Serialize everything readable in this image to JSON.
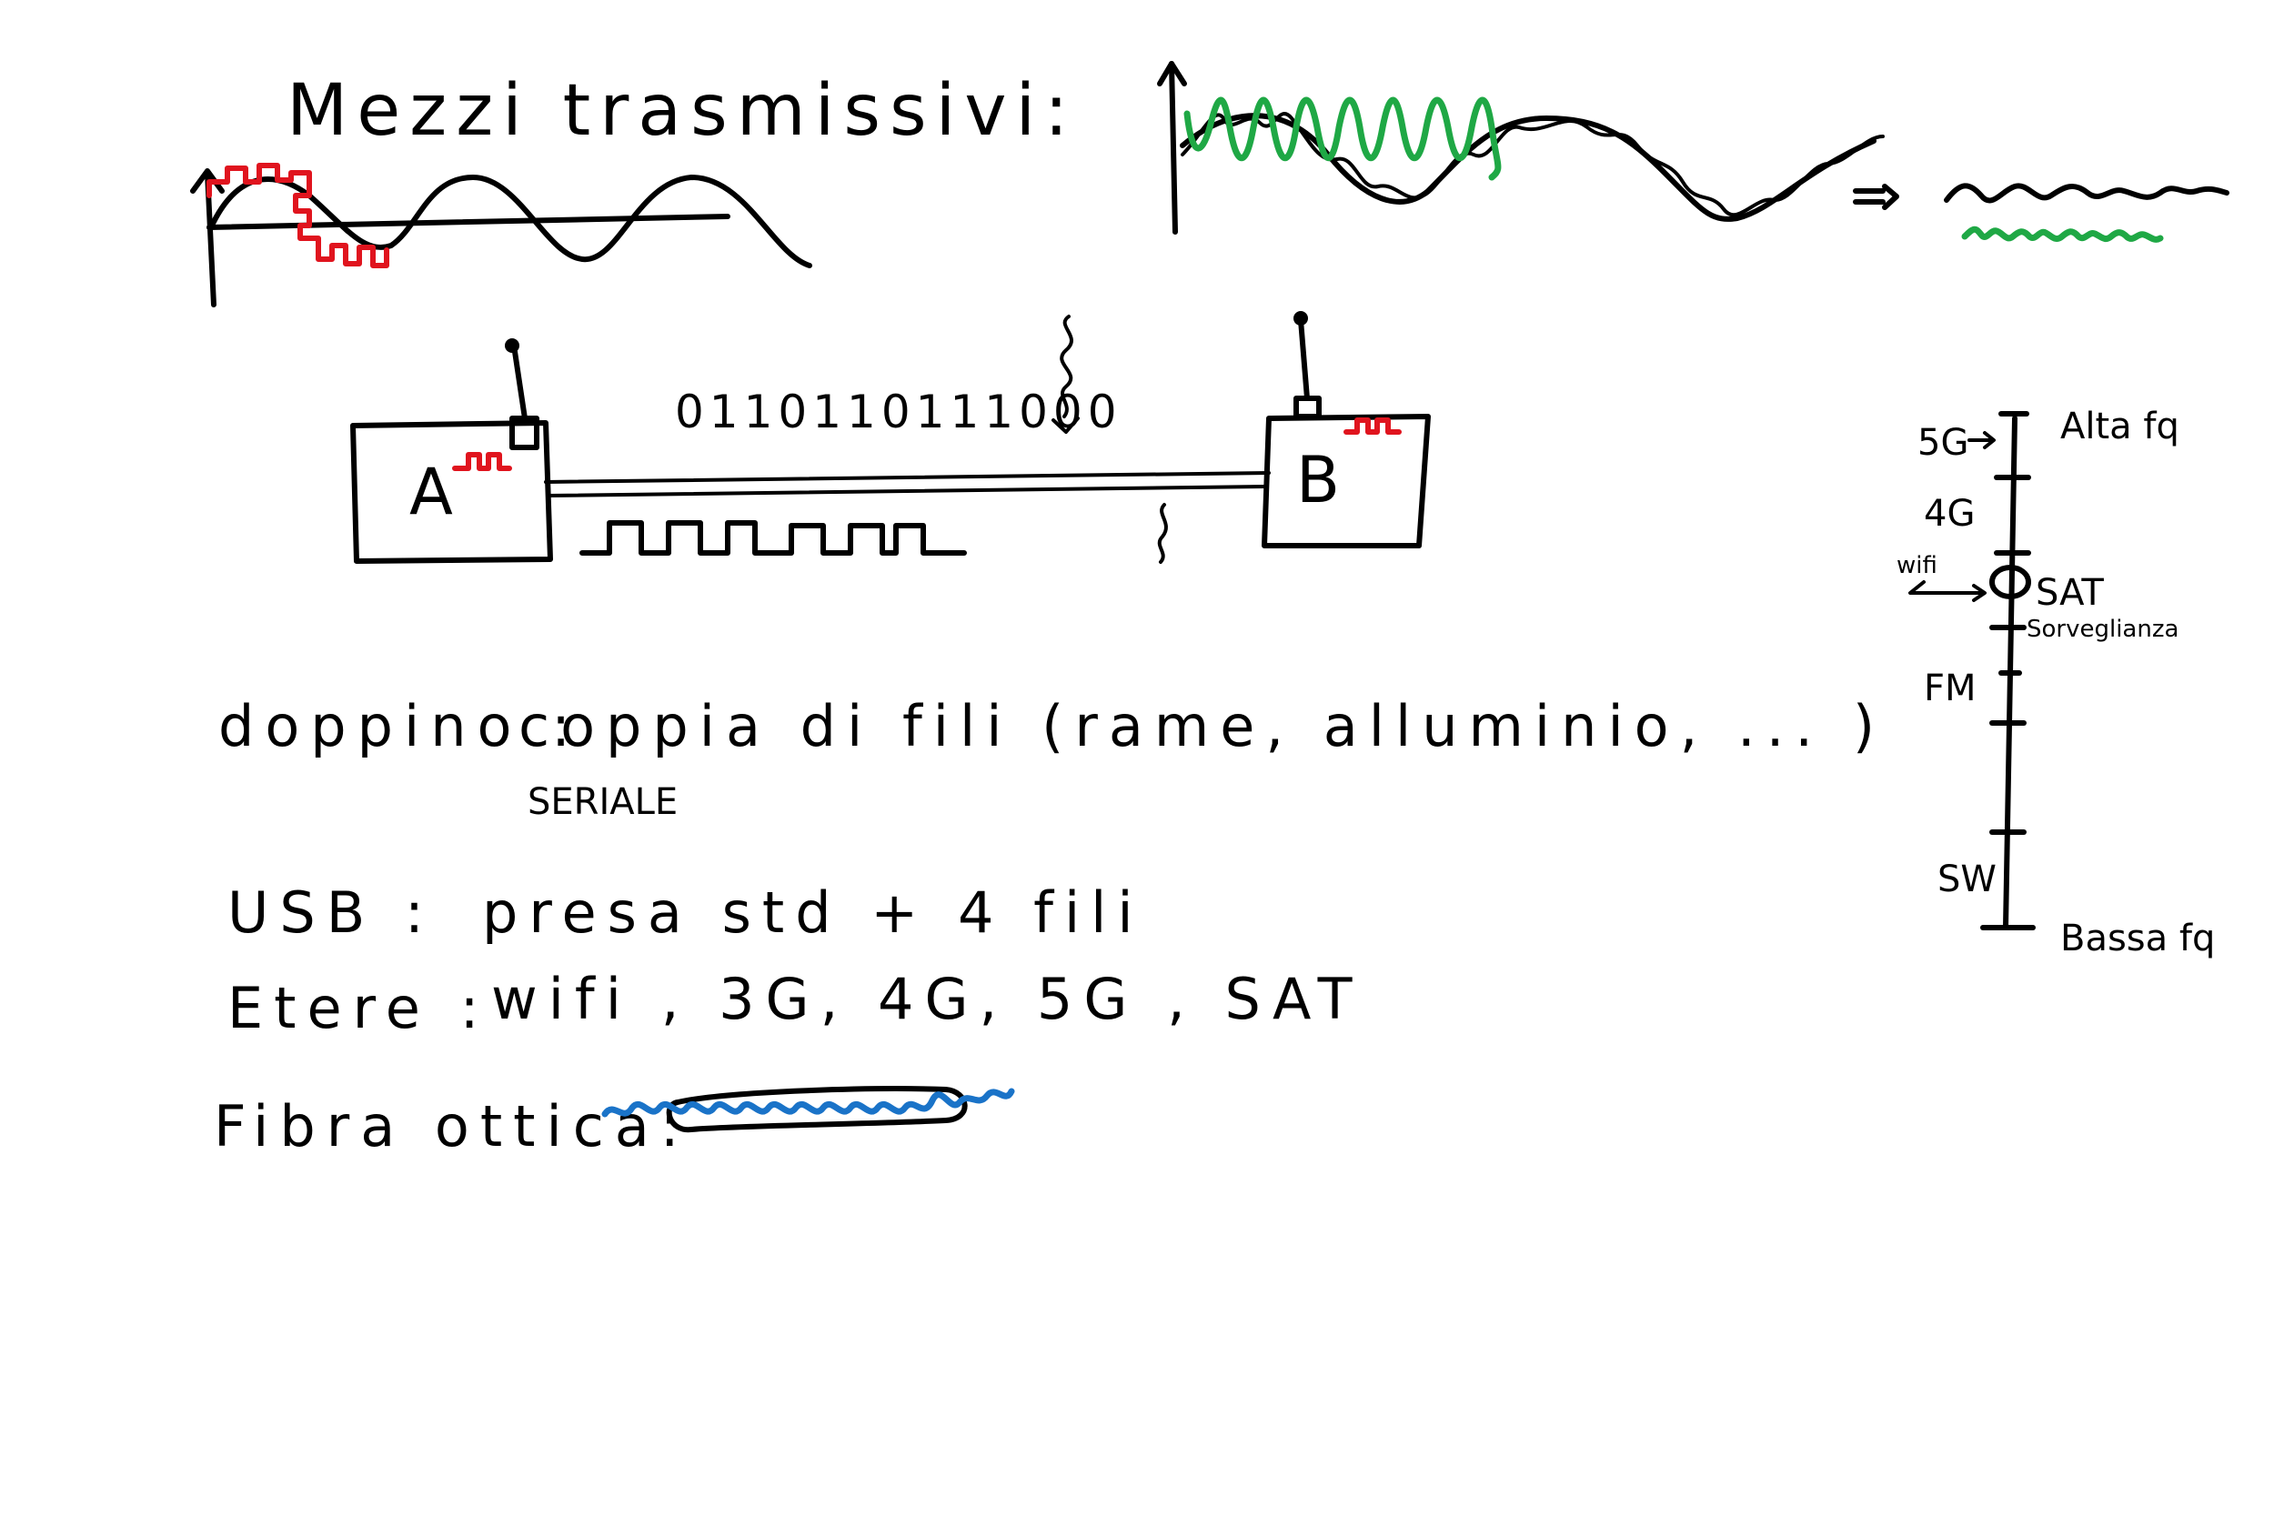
{
  "title": "Mezzi trasmissivi:",
  "bitstream": "0110110111000",
  "nodes": {
    "sender": "A",
    "receiver": "B"
  },
  "media": [
    {
      "label": "doppino :",
      "description": "coppia di fili (rame, alluminio, ... )",
      "note": "SERIALE"
    },
    {
      "label": "USB :",
      "description": "presa std + 4 fili"
    },
    {
      "label": "Etere :",
      "description": "wifi , 3G, 4G, 5G , SAT"
    },
    {
      "label": "Fibra ottica:"
    }
  ],
  "spectrum": {
    "top": "Alta fq",
    "bottom": "Bassa fq",
    "bands": [
      "5G",
      "4G",
      "wifi",
      "SAT",
      "Sorveglianza",
      "FM",
      "SW"
    ]
  },
  "colors": {
    "ink": "#000000",
    "digital_signal": "#e0141e",
    "noise": "#1fa845",
    "fiber_signal": "#1a73c8"
  }
}
